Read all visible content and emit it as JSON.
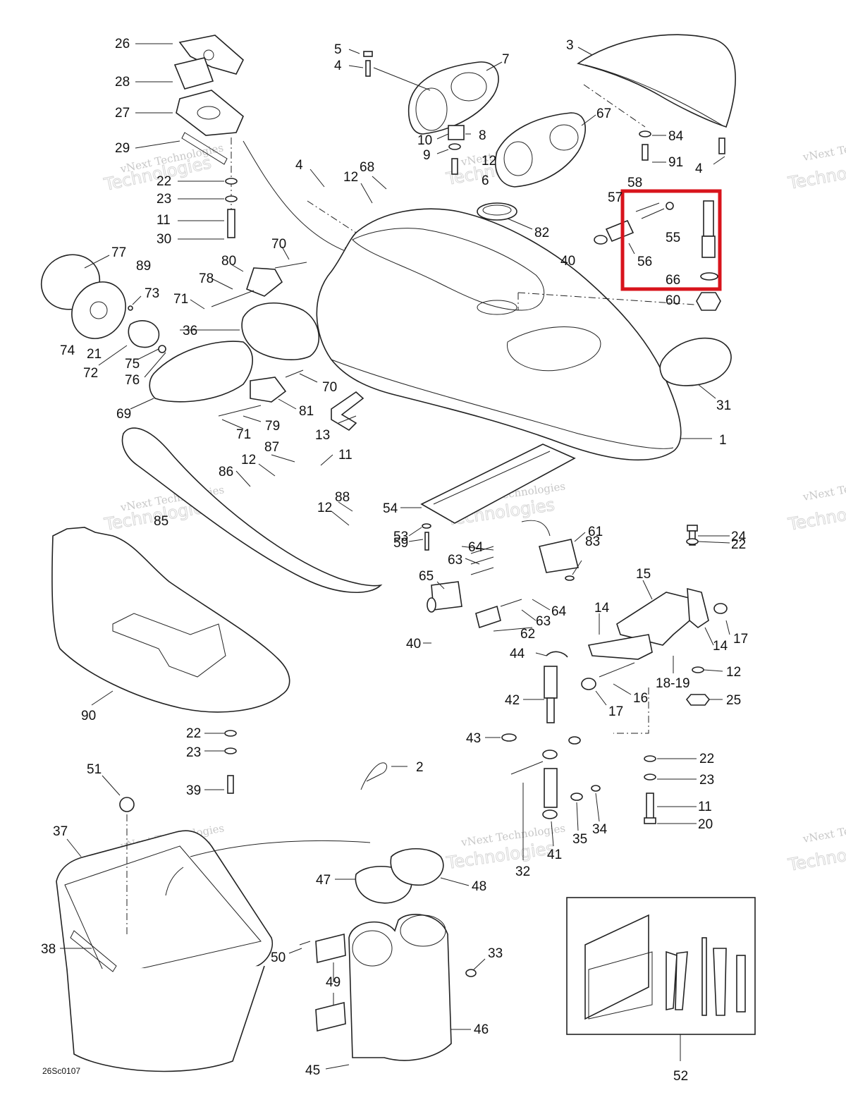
{
  "diagram": {
    "drawing_code": "26Sc0107",
    "watermark": {
      "line1": "vNext Technologies",
      "line2": "Technologies"
    },
    "highlight_color": "#d8141c",
    "callouts": [
      {
        "id": "c26",
        "label": "26"
      },
      {
        "id": "c28",
        "label": "28"
      },
      {
        "id": "c27",
        "label": "27"
      },
      {
        "id": "c29",
        "label": "29"
      },
      {
        "id": "c22a",
        "label": "22"
      },
      {
        "id": "c23a",
        "label": "23"
      },
      {
        "id": "c11a",
        "label": "11"
      },
      {
        "id": "c30",
        "label": "30"
      },
      {
        "id": "c5",
        "label": "5"
      },
      {
        "id": "c4a",
        "label": "4"
      },
      {
        "id": "c7",
        "label": "7"
      },
      {
        "id": "c10",
        "label": "10"
      },
      {
        "id": "c8",
        "label": "8"
      },
      {
        "id": "c9",
        "label": "9"
      },
      {
        "id": "c12a",
        "label": "12"
      },
      {
        "id": "c6",
        "label": "6"
      },
      {
        "id": "c3",
        "label": "3"
      },
      {
        "id": "c67",
        "label": "67"
      },
      {
        "id": "c84",
        "label": "84"
      },
      {
        "id": "c91",
        "label": "91"
      },
      {
        "id": "c4b",
        "label": "4"
      },
      {
        "id": "c4c",
        "label": "4"
      },
      {
        "id": "c12b",
        "label": "12"
      },
      {
        "id": "c68",
        "label": "68"
      },
      {
        "id": "c82",
        "label": "82"
      },
      {
        "id": "c58",
        "label": "58"
      },
      {
        "id": "c57",
        "label": "57"
      },
      {
        "id": "c55",
        "label": "55"
      },
      {
        "id": "c40a",
        "label": "40"
      },
      {
        "id": "c56",
        "label": "56"
      },
      {
        "id": "c66",
        "label": "66"
      },
      {
        "id": "c60",
        "label": "60"
      },
      {
        "id": "c77",
        "label": "77"
      },
      {
        "id": "c89",
        "label": "89"
      },
      {
        "id": "c80",
        "label": "80"
      },
      {
        "id": "c70a",
        "label": "70"
      },
      {
        "id": "c78",
        "label": "78"
      },
      {
        "id": "c73",
        "label": "73"
      },
      {
        "id": "c71a",
        "label": "71"
      },
      {
        "id": "c36",
        "label": "36"
      },
      {
        "id": "c74",
        "label": "74"
      },
      {
        "id": "c21",
        "label": "21"
      },
      {
        "id": "c72",
        "label": "72"
      },
      {
        "id": "c75",
        "label": "75"
      },
      {
        "id": "c76",
        "label": "76"
      },
      {
        "id": "c70b",
        "label": "70"
      },
      {
        "id": "c69",
        "label": "69"
      },
      {
        "id": "c81",
        "label": "81"
      },
      {
        "id": "c13",
        "label": "13"
      },
      {
        "id": "c71b",
        "label": "71"
      },
      {
        "id": "c79",
        "label": "79"
      },
      {
        "id": "c31",
        "label": "31"
      },
      {
        "id": "c1",
        "label": "1"
      },
      {
        "id": "c87",
        "label": "87"
      },
      {
        "id": "c12c",
        "label": "12"
      },
      {
        "id": "c11b",
        "label": "11"
      },
      {
        "id": "c86",
        "label": "86"
      },
      {
        "id": "c88",
        "label": "88"
      },
      {
        "id": "c12d",
        "label": "12"
      },
      {
        "id": "c54",
        "label": "54"
      },
      {
        "id": "c85",
        "label": "85"
      },
      {
        "id": "c61",
        "label": "61"
      },
      {
        "id": "c53",
        "label": "53"
      },
      {
        "id": "c64a",
        "label": "64"
      },
      {
        "id": "c63a",
        "label": "63"
      },
      {
        "id": "c59",
        "label": "59"
      },
      {
        "id": "c83",
        "label": "83"
      },
      {
        "id": "c24",
        "label": "24"
      },
      {
        "id": "c22b",
        "label": "22"
      },
      {
        "id": "c65",
        "label": "65"
      },
      {
        "id": "c15",
        "label": "15"
      },
      {
        "id": "c64b",
        "label": "64"
      },
      {
        "id": "c63b",
        "label": "63"
      },
      {
        "id": "c14a",
        "label": "14"
      },
      {
        "id": "c17a",
        "label": "17"
      },
      {
        "id": "c14b",
        "label": "14"
      },
      {
        "id": "c62",
        "label": "62"
      },
      {
        "id": "c40b",
        "label": "40"
      },
      {
        "id": "c44",
        "label": "44"
      },
      {
        "id": "c12e",
        "label": "12"
      },
      {
        "id": "c1819",
        "label": "18-19"
      },
      {
        "id": "c25",
        "label": "25"
      },
      {
        "id": "c16",
        "label": "16"
      },
      {
        "id": "c17b",
        "label": "17"
      },
      {
        "id": "c42",
        "label": "42"
      },
      {
        "id": "c90",
        "label": "90"
      },
      {
        "id": "c22c",
        "label": "22"
      },
      {
        "id": "c23b",
        "label": "23"
      },
      {
        "id": "c43",
        "label": "43"
      },
      {
        "id": "c22d",
        "label": "22"
      },
      {
        "id": "c2",
        "label": "2"
      },
      {
        "id": "c23c",
        "label": "23"
      },
      {
        "id": "c39",
        "label": "39"
      },
      {
        "id": "c51",
        "label": "51"
      },
      {
        "id": "c11c",
        "label": "11"
      },
      {
        "id": "c20",
        "label": "20"
      },
      {
        "id": "c34",
        "label": "34"
      },
      {
        "id": "c35",
        "label": "35"
      },
      {
        "id": "c37",
        "label": "37"
      },
      {
        "id": "c41",
        "label": "41"
      },
      {
        "id": "c32",
        "label": "32"
      },
      {
        "id": "c47",
        "label": "47"
      },
      {
        "id": "c48",
        "label": "48"
      },
      {
        "id": "c38",
        "label": "38"
      },
      {
        "id": "c33",
        "label": "33"
      },
      {
        "id": "c50",
        "label": "50"
      },
      {
        "id": "c49",
        "label": "49"
      },
      {
        "id": "c46",
        "label": "46"
      },
      {
        "id": "c45",
        "label": "45"
      },
      {
        "id": "c52",
        "label": "52"
      }
    ]
  }
}
